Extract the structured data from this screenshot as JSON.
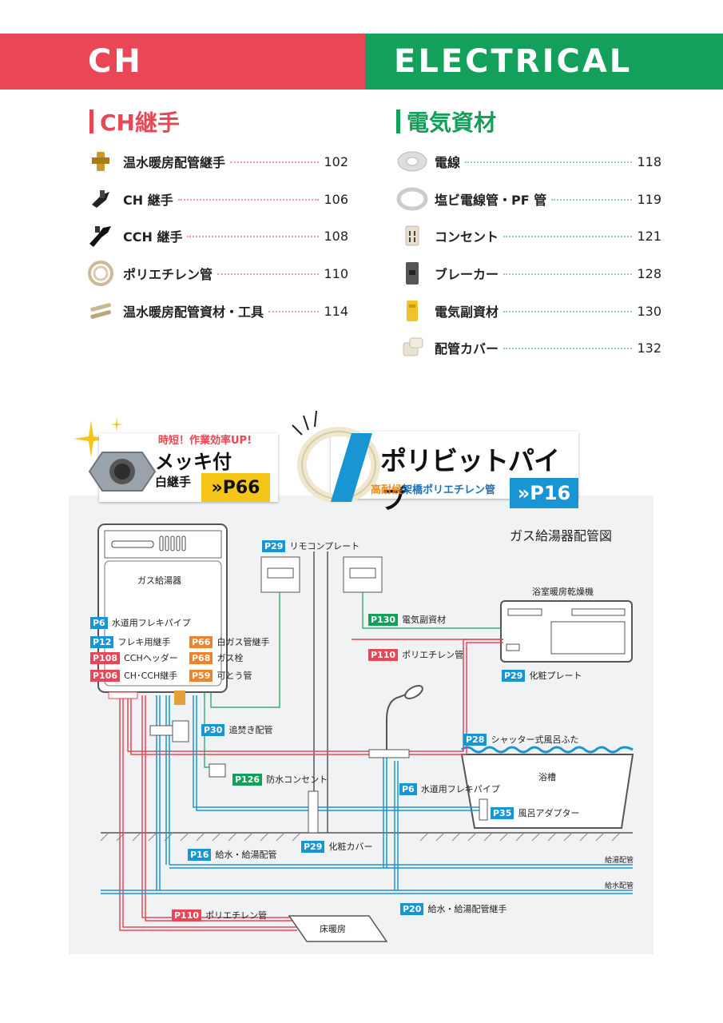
{
  "header": {
    "left": "CH",
    "right": "ELECTRICAL"
  },
  "ch": {
    "title": "CH継手",
    "items": [
      {
        "label": "温水暖房配管継手",
        "page": "102"
      },
      {
        "label": "CH 継手",
        "page": "106"
      },
      {
        "label": "CCH 継手",
        "page": "108"
      },
      {
        "label": "ポリエチレン管",
        "page": "110"
      },
      {
        "label": "温水暖房配管資材・工具",
        "page": "114"
      }
    ]
  },
  "el": {
    "title": "電気資材",
    "items": [
      {
        "label": "電線",
        "page": "118"
      },
      {
        "label": "塩ビ電線管・PF 管",
        "page": "119"
      },
      {
        "label": "コンセント",
        "page": "121"
      },
      {
        "label": "ブレーカー",
        "page": "128"
      },
      {
        "label": "電気副資材",
        "page": "130"
      },
      {
        "label": "配管カバー",
        "page": "132"
      }
    ]
  },
  "promo1": {
    "top": "時短！作業効率UP!",
    "main": "メッキ付",
    "sub": "白継手",
    "page": "»P66"
  },
  "promo2": {
    "main": "ポリビットパイプ",
    "sub_hl": "高耐候",
    "sub": "架橋ポリエチレン管",
    "page": "»P16"
  },
  "diagram": {
    "title": "ガス給湯器配管図",
    "heater": "ガス給湯器",
    "dryer": "浴室暖房乾燥機",
    "tub": "浴槽",
    "floor": "床暖房",
    "pipe_hot": "給湯配管",
    "pipe_cold": "給水配管",
    "labels": [
      {
        "tag": "P29",
        "text": "リモコンプレート"
      },
      {
        "tag": "P6",
        "text": "水道用フレキパイプ"
      },
      {
        "tag": "P12",
        "text": "フレキ用継手"
      },
      {
        "tag": "P66",
        "text": "白ガス管継手"
      },
      {
        "tag": "P108",
        "text": "CCHヘッダー"
      },
      {
        "tag": "P68",
        "text": "ガス栓"
      },
      {
        "tag": "P106",
        "text": "CH･CCH継手"
      },
      {
        "tag": "P59",
        "text": "可とう管"
      },
      {
        "tag": "P130",
        "text": "電気副資材"
      },
      {
        "tag": "P110",
        "text": "ポリエチレン管"
      },
      {
        "tag": "P29",
        "text": "化粧プレート"
      },
      {
        "tag": "P30",
        "text": "追焚き配管"
      },
      {
        "tag": "P28",
        "text": "シャッター式風呂ふた"
      },
      {
        "tag": "P126",
        "text": "防水コンセント"
      },
      {
        "tag": "P6",
        "text": "水道用フレキパイプ"
      },
      {
        "tag": "P35",
        "text": "風呂アダプター"
      },
      {
        "tag": "P29",
        "text": "化粧カバー"
      },
      {
        "tag": "P16",
        "text": "給水・給湯配管"
      },
      {
        "tag": "P20",
        "text": "給水・給湯配管継手"
      },
      {
        "tag": "P110",
        "text": "ポリエチレン管"
      }
    ]
  }
}
